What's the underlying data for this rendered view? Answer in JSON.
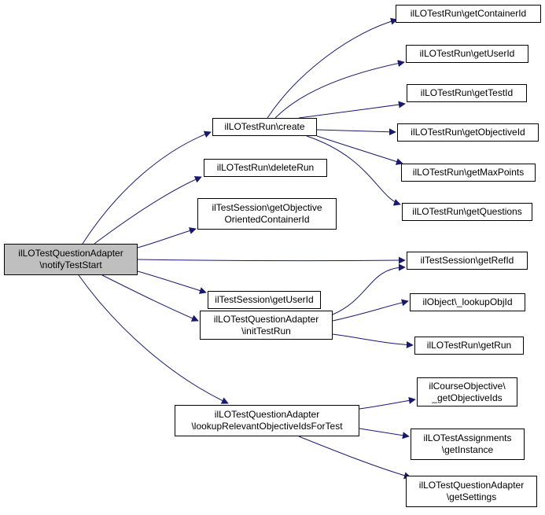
{
  "diagram": {
    "nodes": {
      "root": {
        "lines": [
          "ilLOTestQuestionAdapter",
          "\\notifyTestStart"
        ]
      },
      "create": {
        "lines": [
          "ilLOTestRun\\create"
        ]
      },
      "deleteRun": {
        "lines": [
          "ilLOTestRun\\deleteRun"
        ]
      },
      "getObjCont": {
        "lines": [
          "ilTestSession\\getObjective",
          "OrientedContainerId"
        ]
      },
      "sessUserId": {
        "lines": [
          "ilTestSession\\getUserId"
        ]
      },
      "initTestRun": {
        "lines": [
          "ilLOTestQuestionAdapter",
          "\\initTestRun"
        ]
      },
      "lookupRel": {
        "lines": [
          "ilLOTestQuestionAdapter",
          "\\lookupRelevantObjectiveIdsForTest"
        ]
      },
      "getContainerId": {
        "lines": [
          "ilLOTestRun\\getContainerId"
        ]
      },
      "runUserId": {
        "lines": [
          "ilLOTestRun\\getUserId"
        ]
      },
      "getTestId": {
        "lines": [
          "ilLOTestRun\\getTestId"
        ]
      },
      "getObjectiveId": {
        "lines": [
          "ilLOTestRun\\getObjectiveId"
        ]
      },
      "getMaxPoints": {
        "lines": [
          "ilLOTestRun\\getMaxPoints"
        ]
      },
      "getQuestions": {
        "lines": [
          "ilLOTestRun\\getQuestions"
        ]
      },
      "getRefId": {
        "lines": [
          "ilTestSession\\getRefId"
        ]
      },
      "lookupObjId": {
        "lines": [
          "ilObject\\_lookupObjId"
        ]
      },
      "getRun": {
        "lines": [
          "ilLOTestRun\\getRun"
        ]
      },
      "getObjectiveIds": {
        "lines": [
          "ilCourseObjective\\",
          "_getObjectiveIds"
        ]
      },
      "getInstance": {
        "lines": [
          "ilLOTestAssignments",
          "\\getInstance"
        ]
      },
      "getSettings": {
        "lines": [
          "ilLOTestQuestionAdapter",
          "\\getSettings"
        ]
      }
    },
    "edges": [
      [
        "root",
        "create"
      ],
      [
        "root",
        "deleteRun"
      ],
      [
        "root",
        "getObjCont"
      ],
      [
        "root",
        "getRefId"
      ],
      [
        "root",
        "sessUserId"
      ],
      [
        "root",
        "initTestRun"
      ],
      [
        "root",
        "lookupRel"
      ],
      [
        "create",
        "getContainerId"
      ],
      [
        "create",
        "runUserId"
      ],
      [
        "create",
        "getTestId"
      ],
      [
        "create",
        "getObjectiveId"
      ],
      [
        "create",
        "getMaxPoints"
      ],
      [
        "create",
        "getQuestions"
      ],
      [
        "initTestRun",
        "getRefId"
      ],
      [
        "initTestRun",
        "lookupObjId"
      ],
      [
        "initTestRun",
        "getRun"
      ],
      [
        "lookupRel",
        "getObjectiveIds"
      ],
      [
        "lookupRel",
        "getInstance"
      ],
      [
        "lookupRel",
        "getSettings"
      ]
    ],
    "colors": {
      "edge": "#191970",
      "root_fill": "#bfbfbf",
      "node_fill": "#ffffff",
      "border": "#000000"
    }
  }
}
